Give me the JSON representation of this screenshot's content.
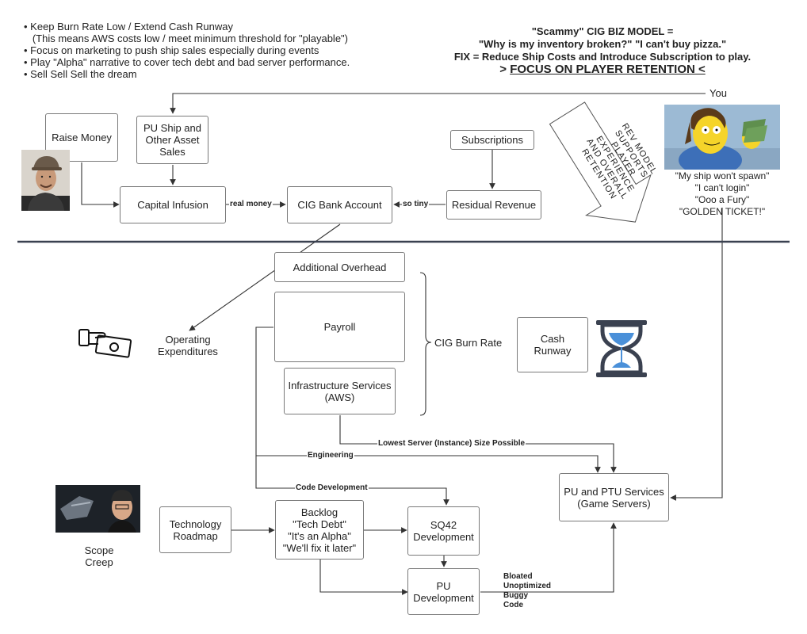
{
  "notes": [
    "• Keep Burn Rate Low / Extend Cash Runway",
    "   (This means AWS costs low / meet minimum threshold for \"playable\")",
    "• Focus on marketing to push ship sales especially during events",
    "• Play \"Alpha\" narrative to cover tech debt and bad server performance.",
    "• Sell Sell Sell the dream"
  ],
  "model": {
    "line1": "\"Scammy\" CIG BIZ MODEL =",
    "line2": "\"Why is my inventory broken?\" \"I can't buy pizza.\"",
    "line3": "FIX = Reduce Ship Costs and Introduce Subscription to play.",
    "prefix": "> ",
    "focus": "FOCUS ON PLAYER RETENTION <"
  },
  "you": {
    "label": "You",
    "quotes": [
      "\"My ship won't spawn\"",
      "\"I can't login\"",
      "\"Ooo a Fury\"",
      "\"GOLDEN TICKET!\""
    ]
  },
  "boxes": {
    "raise_money": "Raise Money",
    "pu_ship_sales": "PU Ship and Other Asset Sales",
    "capital_infusion": "Capital Infusion",
    "cig_bank": "CIG Bank Account",
    "subscriptions": "Subscriptions",
    "residual_revenue": "Residual Revenue",
    "rev_model": "REV MODEL SUPPORTS PLAYER EXPERIENCE AND OVERALL RETENTION",
    "additional_overhead": "Additional Overhead",
    "payroll": "Payroll",
    "infrastructure": "Infrastructure Services (AWS)",
    "cash_runway": "Cash Runway",
    "pu_ptu": "PU and PTU Services (Game Servers)",
    "tech_roadmap": "Technology Roadmap",
    "backlog": [
      "Backlog",
      "\"Tech Debt\"",
      "\"It's an Alpha\"",
      "\"We'll fix it later\""
    ],
    "sq42": "SQ42 Development",
    "pu_dev": "PU Development"
  },
  "labels": {
    "real_money": "real money",
    "so_tiny": "so tiny",
    "opex": "Operating Expenditures",
    "burn_rate": "CIG Burn Rate",
    "lowest_server": "Lowest Server (Instance) Size Possible",
    "engineering": "Engineering",
    "code_dev": "Code Development",
    "scope_creep": "Scope Creep",
    "bloated": [
      "Bloated",
      "Unoptimized",
      "Buggy",
      "Code"
    ]
  },
  "colors": {
    "line": "#333333",
    "divider": "#3a4150",
    "hourglass": "#3a4150",
    "sand": "#4a90d9"
  }
}
